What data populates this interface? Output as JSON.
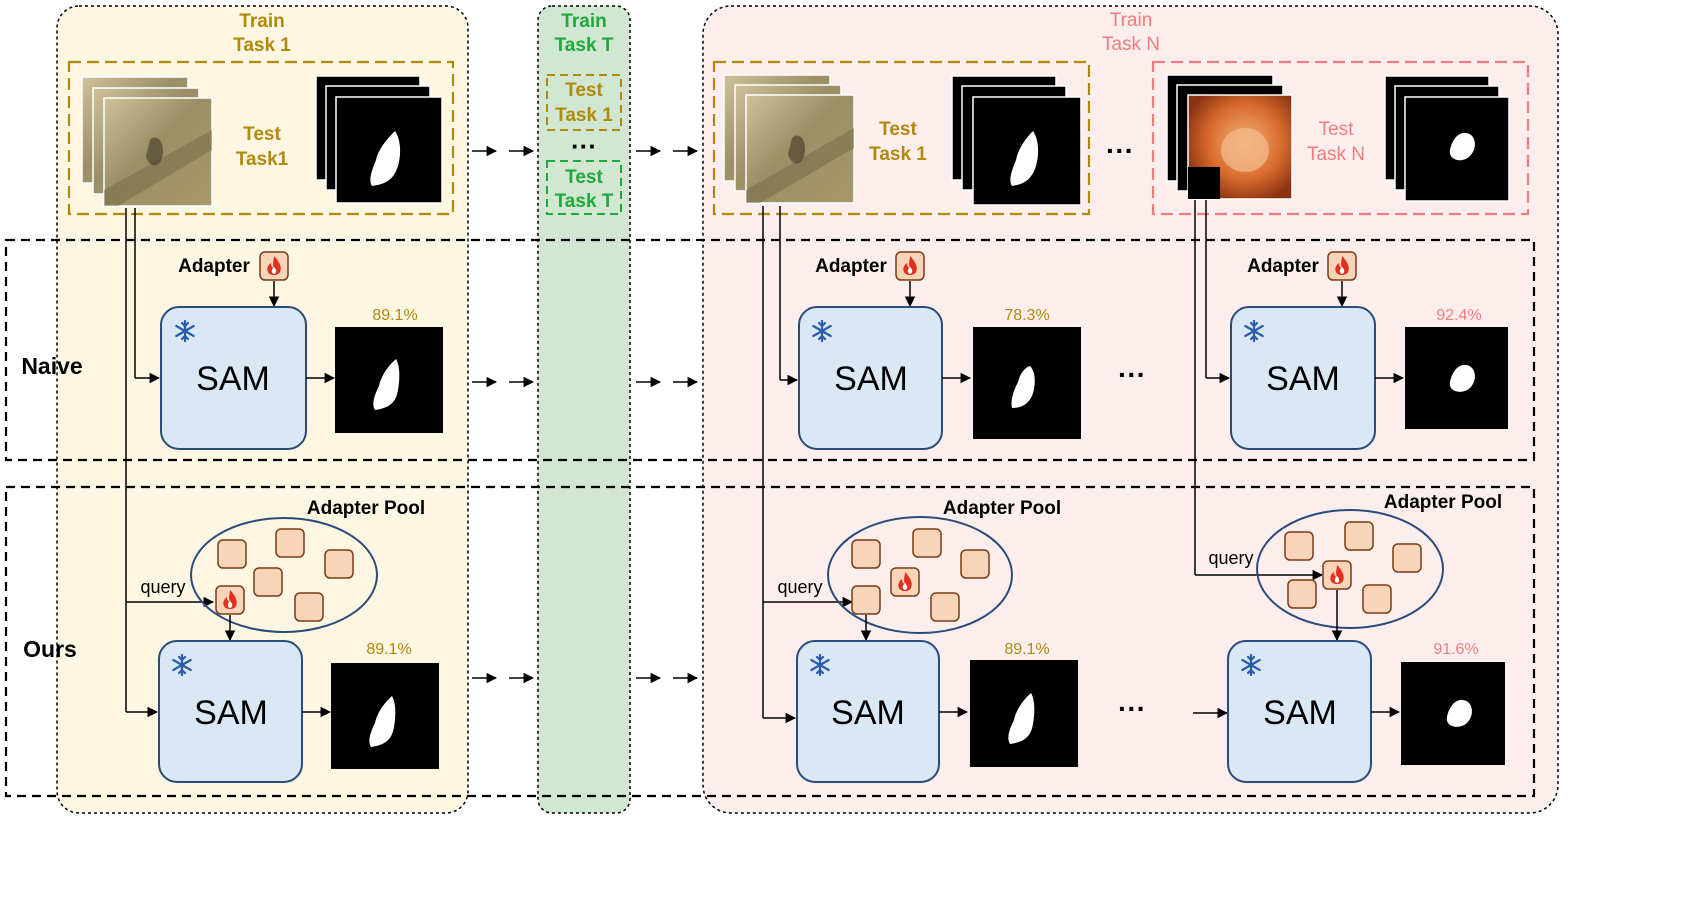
{
  "colors": {
    "task1_panel": "#fdf6e3",
    "taskT_panel": "#d1e7d1",
    "taskN_panel": "#fdeeee",
    "task1_text": "#b08a0a",
    "taskT_text": "#1fa83b",
    "taskN_text": "#f07d7d",
    "sam_fill": "#dae8f5",
    "adapter_fill": "#f8d5b8"
  },
  "panels": {
    "task1": {
      "train": "Train",
      "task": "Task 1",
      "test": "Test",
      "test_task": "Task1"
    },
    "taskT": {
      "train": "Train",
      "task": "Task T",
      "test1": "Test",
      "test1_task": "Task 1",
      "ellipsis": "···",
      "testT": "Test",
      "testT_task": "Task T"
    },
    "taskN": {
      "train": "Train",
      "task": "Task N",
      "test1": "Test",
      "test1_task": "Task 1",
      "testN": "Test",
      "testN_task": "Task N",
      "ellipsis": "···"
    }
  },
  "rows": {
    "naive": {
      "label": "Naive",
      "adapter": "Adapter",
      "sam": "SAM",
      "ellipsis": "···",
      "scores": [
        "89.1%",
        "78.3%",
        "92.4%"
      ]
    },
    "ours": {
      "label": "Ours",
      "pool": "Adapter Pool",
      "query": "query",
      "sam": "SAM",
      "ellipsis": "···",
      "scores": [
        "89.1%",
        "89.1%",
        "91.6%"
      ]
    }
  },
  "icons": {
    "adapter": "fire-icon",
    "frozen": "snowflake-icon"
  }
}
